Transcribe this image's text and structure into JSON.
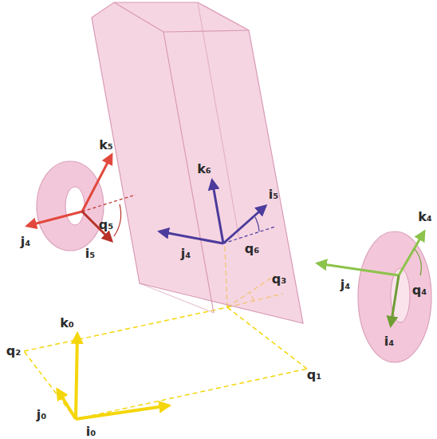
{
  "diagram": {
    "labels": [
      "k₅",
      "k₆",
      "i₅",
      "j₄",
      "q₅",
      "i₅",
      "j₄",
      "q₆",
      "k₄",
      "q₃",
      "j₄",
      "q₄",
      "i₄",
      "k₀",
      "q₂",
      "q₁",
      "j₀",
      "i₀"
    ]
  }
}
